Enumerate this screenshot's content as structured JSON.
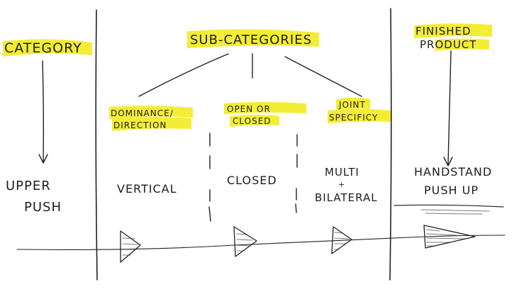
{
  "columns": {
    "category": {
      "header": "CATEGORY",
      "value_line1": "UPPER",
      "value_line2": "PUSH"
    },
    "subcategories": {
      "header": "SUB-CATEGORIES",
      "items": [
        {
          "header_line1": "DOMINANCE/",
          "header_line2": "DIRECTION",
          "value_line1": "VERTICAL",
          "value_line2": ""
        },
        {
          "header_line1": "OPEN OR",
          "header_line2": "CLOSED",
          "value_line1": "CLOSED",
          "value_line2": ""
        },
        {
          "header_line1": "JOINT",
          "header_line2": "SPECIFICY",
          "value_line1": "MULTI",
          "value_line2": "BILATERAL"
        }
      ],
      "bilateral_connector": "+"
    },
    "finished_product": {
      "header_line1": "FINISHED",
      "header_line2": "PRODUCT",
      "value_line1": "HANDSTAND",
      "value_line2": "PUSH UP"
    }
  },
  "highlight_color": "#f3ec2a",
  "ink_color": "#1e1e1e"
}
